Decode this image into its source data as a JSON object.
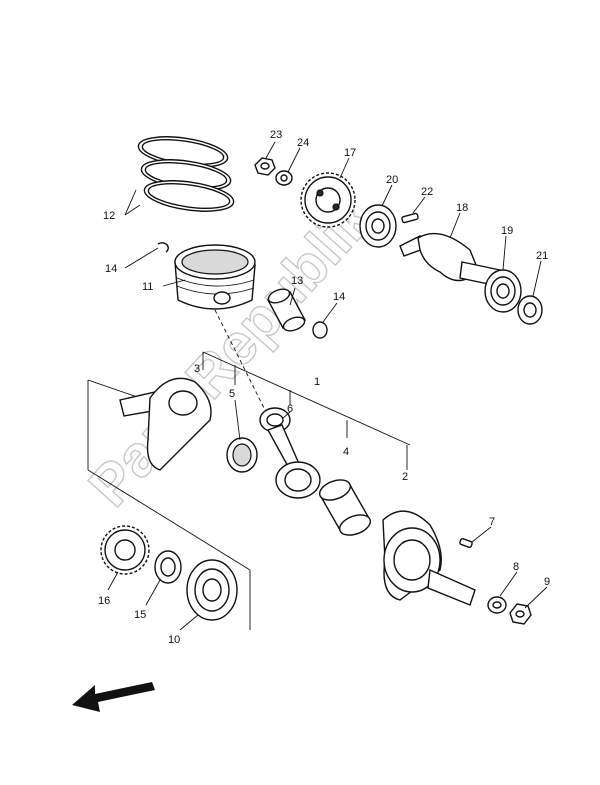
{
  "callouts": {
    "c1": "1",
    "c2": "2",
    "c3": "3",
    "c4": "4",
    "c5": "5",
    "c6": "6",
    "c7": "7",
    "c8": "8",
    "c9": "9",
    "c10": "10",
    "c11": "11",
    "c12": "12",
    "c13": "13",
    "c14a": "14",
    "c14b": "14",
    "c15": "15",
    "c16": "16",
    "c17": "17",
    "c18": "18",
    "c19": "19",
    "c20": "20",
    "c21": "21",
    "c22": "22",
    "c23": "23",
    "c24": "24"
  },
  "watermark": "PartsRepublik",
  "icons": {
    "front_arrow": "direction-arrow-icon"
  }
}
